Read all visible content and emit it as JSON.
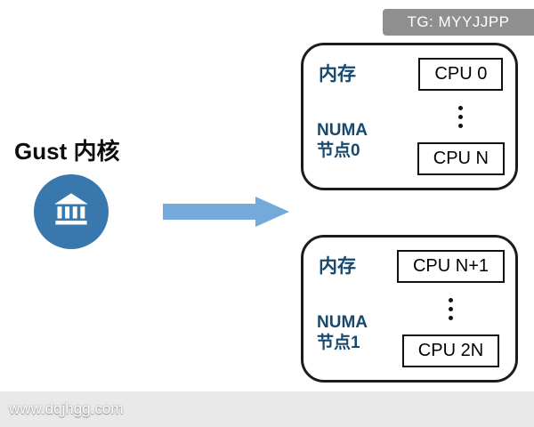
{
  "badges": {
    "top_right": "TG: MYYJJPP",
    "bottom_left": "www.dqjhgg.com"
  },
  "guest": {
    "title": "Gust 内核",
    "icon": "bank-icon"
  },
  "numa_nodes": [
    {
      "memory_label": "内存",
      "numa_line1": "NUMA",
      "numa_line2": "节点0",
      "cpu_top": "CPU 0",
      "cpu_bottom": "CPU N"
    },
    {
      "memory_label": "内存",
      "numa_line1": "NUMA",
      "numa_line2": "节点1",
      "cpu_top": "CPU N+1",
      "cpu_bottom": "CPU 2N"
    }
  ],
  "icons": {
    "bank": "classical-building",
    "dots": "vertical-ellipsis",
    "arrow": "right-arrow"
  },
  "colors": {
    "circle_blue": "#3878ad",
    "arrow_blue": "#74a9dc",
    "label_navy": "#17496e",
    "badge_gray": "#8f8f8f"
  }
}
